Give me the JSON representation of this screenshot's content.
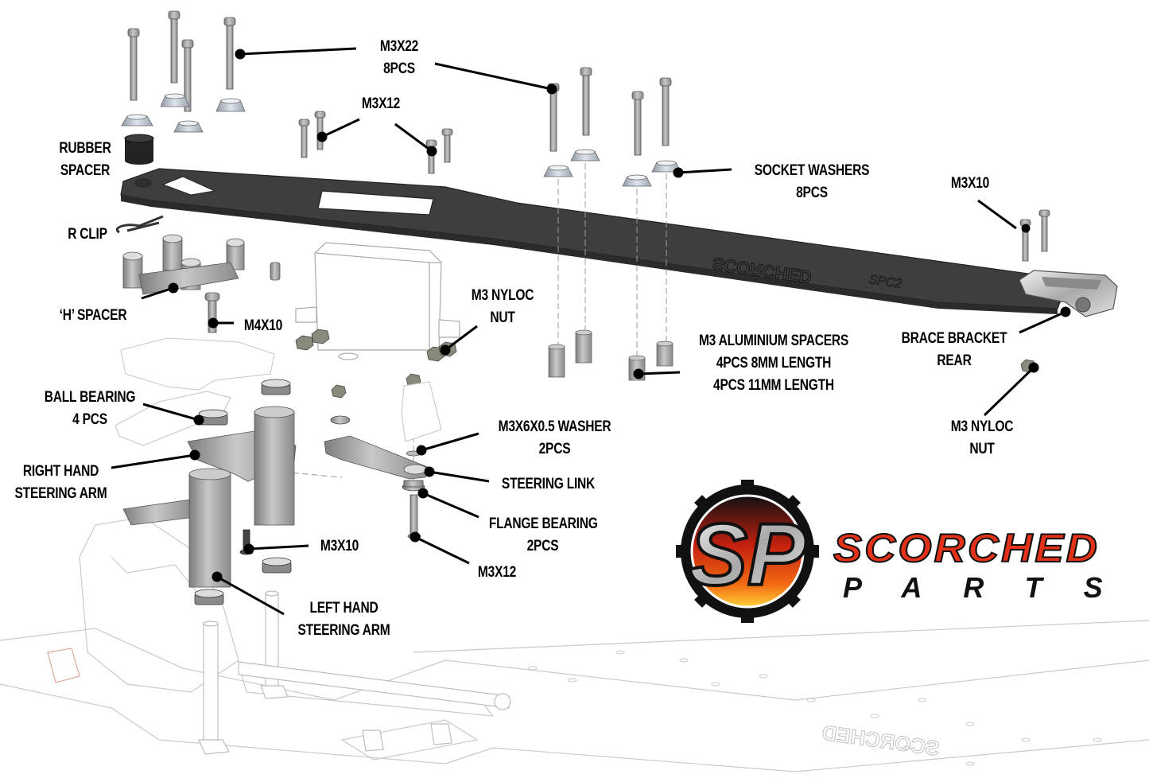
{
  "diagram": {
    "title": "Scorched Parts top brace / steering assembly exploded view",
    "plate_engraving": "SCORCHED",
    "brace_end_engraving": "SPC2",
    "labels": {
      "m3x22": [
        "M3X22",
        "8PCS"
      ],
      "m3x12_top": [
        "M3X12"
      ],
      "rubber_spacer": [
        "RUBBER",
        "SPACER"
      ],
      "r_clip": [
        "R CLIP"
      ],
      "h_spacer": [
        "‘H’ SPACER"
      ],
      "m4x10": [
        "M4X10"
      ],
      "m3_nyloc_nut_center": [
        "M3 NYLOC",
        "NUT"
      ],
      "socket_washers": [
        "SOCKET WASHERS",
        "8PCS"
      ],
      "m3x10_right": [
        "M3X10"
      ],
      "brace_bracket_rear": [
        "BRACE BRACKET",
        "REAR"
      ],
      "m3_aluminium_spacers": [
        "M3 ALUMINIUM SPACERS",
        "4PCS 8MM LENGTH",
        "4PCS 11MM LENGTH"
      ],
      "m3_nyloc_nut_right": [
        "M3 NYLOC",
        "NUT"
      ],
      "ball_bearing": [
        "BALL BEARING",
        "4 PCS"
      ],
      "right_hand_steering_arm": [
        "RIGHT HAND",
        "STEERING ARM"
      ],
      "m3x6_washer": [
        "M3X6X0.5 WASHER",
        "2PCS"
      ],
      "steering_link": [
        "STEERING LINK"
      ],
      "flange_bearing": [
        "FLANGE BEARING",
        "2PCS"
      ],
      "m3x10_bottom": [
        "M3X10"
      ],
      "m3x12_bottom": [
        "M3X12"
      ],
      "left_hand_steering_arm": [
        "LEFT HAND",
        "STEERING ARM"
      ]
    }
  },
  "brand": {
    "monogram": "SP",
    "name": "SCORCHED",
    "subname": "PARTS"
  },
  "colors": {
    "plate": "#3c3c3c",
    "metal": "#a8a8a8",
    "washer": "#c5ccd4",
    "outline": "#b8b8b8",
    "text": "#000000",
    "flame": "#e2331a",
    "flame_light": "#f7a21b"
  }
}
